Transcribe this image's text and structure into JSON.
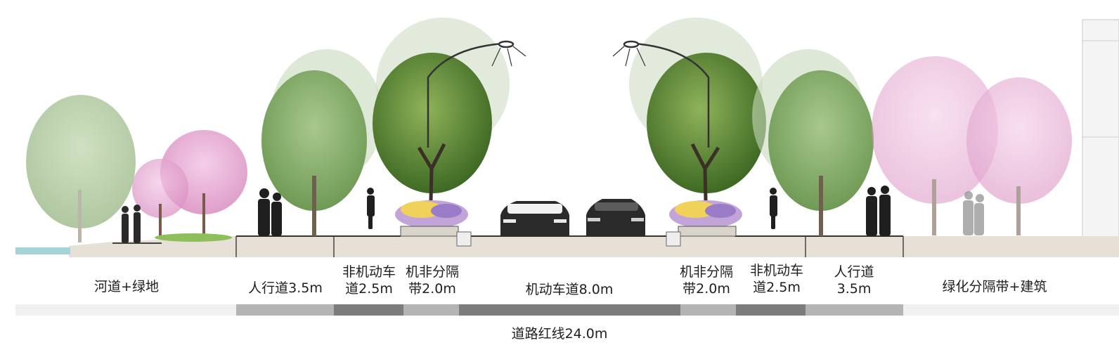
{
  "zones": [
    {
      "id": "river-green",
      "lines": [
        "河道+绿地"
      ]
    },
    {
      "id": "sidewalk-left",
      "lines": [
        "人行道3.5m"
      ]
    },
    {
      "id": "bike-lane-left",
      "lines": [
        "非机动车",
        "道2.5m"
      ]
    },
    {
      "id": "separator-left",
      "lines": [
        "机非分隔",
        "带2.0m"
      ]
    },
    {
      "id": "motor-lane",
      "lines": [
        "机动车道8.0m"
      ]
    },
    {
      "id": "separator-right",
      "lines": [
        "机非分隔",
        "带2.0m"
      ]
    },
    {
      "id": "bike-lane-right",
      "lines": [
        "非机动车",
        "道2.5m"
      ]
    },
    {
      "id": "sidewalk-right",
      "lines": [
        "人行道",
        "3.5m"
      ]
    },
    {
      "id": "green-building",
      "lines": [
        "绿化分隔带+建筑"
      ]
    }
  ],
  "total_label": "道路红线24.0m",
  "colors": {
    "sidewalk": "#b4b4b4",
    "bike_lane": "#7c7c7c",
    "separator": "#b4b4b4",
    "motor_lane": "#7c7c7c",
    "outer_zone": "#f0f0f0",
    "willow_green": "#7fa866",
    "tree_dark": "#4f7a31",
    "blossom_pink": "#e6a6d2",
    "river": "#a6d4d6"
  }
}
